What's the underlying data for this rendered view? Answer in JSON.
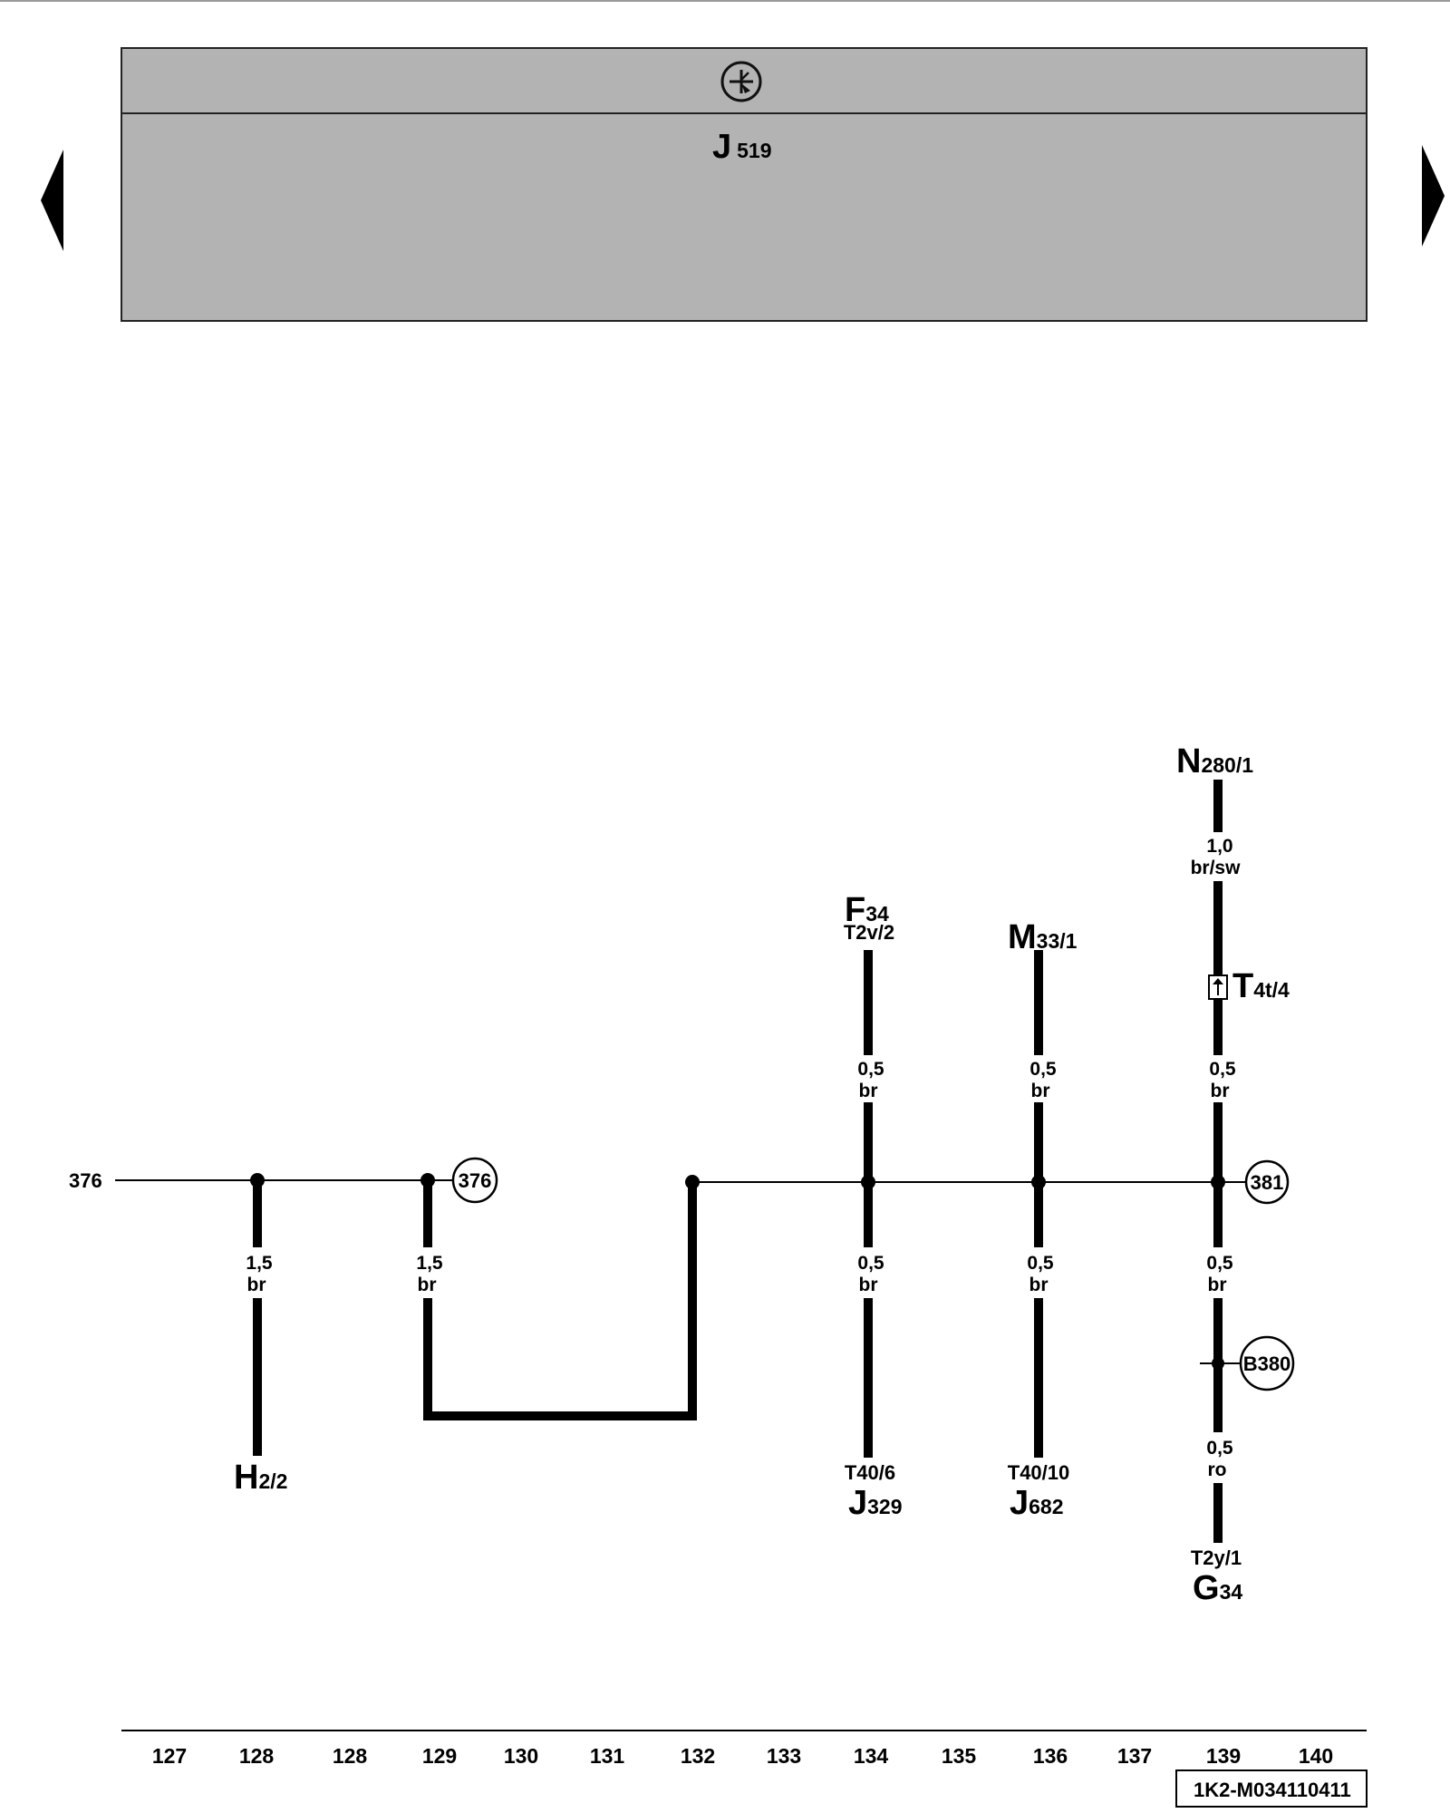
{
  "header": {
    "control_unit": "J",
    "control_unit_sub": "519"
  },
  "wiring": {
    "left_ref_label": "376",
    "circles": [
      "376",
      "381",
      "B380"
    ],
    "wires": [
      {
        "size": "1,5",
        "color": "br"
      },
      {
        "size": "1,5",
        "color": "br"
      },
      {
        "size": "0,5",
        "color": "br"
      },
      {
        "size": "0,5",
        "color": "br"
      },
      {
        "size": "0,5",
        "color": "br"
      },
      {
        "size": "0,5",
        "color": "br"
      },
      {
        "size": "1,0",
        "color": "br/sw"
      },
      {
        "size": "0,5",
        "color": "br"
      },
      {
        "size": "0,5",
        "color": "br"
      },
      {
        "size": "0,5",
        "color": "ro"
      }
    ],
    "components": [
      {
        "main": "H",
        "sub": "2/2"
      },
      {
        "main": "F",
        "sub": "34",
        "conn": "T2v/2"
      },
      {
        "main": "M",
        "sub": "33/1"
      },
      {
        "main": "N",
        "sub": "280/1"
      },
      {
        "main": "T",
        "sub": "4t/4"
      },
      {
        "main": "J",
        "sub": "329",
        "conn": "T40/6"
      },
      {
        "main": "J",
        "sub": "682",
        "conn": "T40/10"
      },
      {
        "main": "G",
        "sub": "34",
        "conn": "T2y/1"
      }
    ]
  },
  "footer": {
    "columns": [
      "127",
      "128",
      "128",
      "129",
      "130",
      "131",
      "132",
      "133",
      "134",
      "135",
      "136",
      "137",
      "139",
      "140"
    ],
    "reference": "1K2-M034110411"
  },
  "icons": [
    "ground-transistor-icon",
    "nav-prev-icon",
    "nav-next-icon",
    "connector-icon"
  ]
}
